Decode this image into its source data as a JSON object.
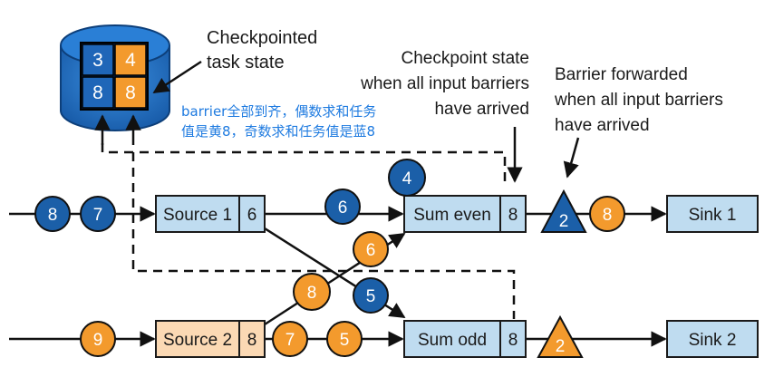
{
  "checkpoint_store": {
    "title_line1": "Checkpointed",
    "title_line2": "task state",
    "cells": [
      "3",
      "4",
      "8",
      "8"
    ]
  },
  "annotation": {
    "line1": "barrier全部到齐，偶数求和任务",
    "line2": "值是黄8，奇数求和任务值是蓝8"
  },
  "label_checkpoint_state": [
    "Checkpoint state",
    "when all input barriers",
    "have arrived"
  ],
  "label_barrier_forwarded": [
    "Barrier forwarded",
    "when all input barriers",
    "have arrived"
  ],
  "tasks": {
    "source1": {
      "name": "Source 1",
      "state": "6"
    },
    "source2": {
      "name": "Source 2",
      "state": "8"
    },
    "sum_even": {
      "name": "Sum even",
      "state": "8"
    },
    "sum_odd": {
      "name": "Sum odd",
      "state": "8"
    },
    "sink1": {
      "name": "Sink 1"
    },
    "sink2": {
      "name": "Sink 2"
    }
  },
  "records": {
    "in1_a": "8",
    "in1_b": "7",
    "s1_out_even": "6",
    "even_top": "4",
    "cross_yellow6": "6",
    "cross_yellow8": "8",
    "odd_blue5": "5",
    "in2_a": "9",
    "s2_out_a": "7",
    "s2_out_b": "5",
    "even_out": "8"
  },
  "barriers": {
    "top": "2",
    "bottom": "2"
  },
  "colors": {
    "blue": "#1b5fa8",
    "orange": "#f39a2d",
    "task_fill": "#bfdcf0",
    "source2_fill": "#fbd9b4",
    "db_blue": "#1f6fc0",
    "annotation": "#1f7be0"
  }
}
